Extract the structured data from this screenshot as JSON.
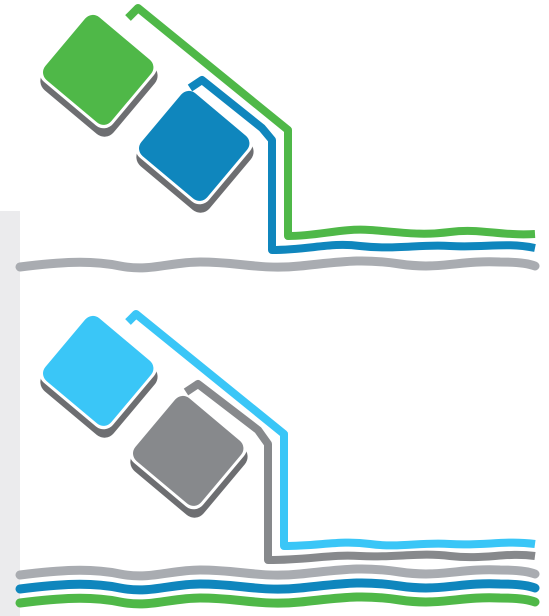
{
  "colors": {
    "background": "#ffffff",
    "panel": "#ebebed",
    "green": "#4fb848",
    "blue": "#0f86bd",
    "light_blue": "#3ac6f7",
    "gray": "#87898c",
    "light_gray": "#a9acb1",
    "outline": "#6d6e71"
  },
  "illustrations": [
    {
      "name": "top-illustration",
      "boxes": [
        "green",
        "blue"
      ],
      "pour_lines": [
        "green",
        "blue"
      ],
      "waves": [
        "gray"
      ]
    },
    {
      "name": "bottom-illustration",
      "boxes": [
        "light_blue",
        "gray"
      ],
      "pour_lines": [
        "light_blue",
        "gray"
      ],
      "waves": [
        "light_gray",
        "blue",
        "green"
      ]
    }
  ]
}
